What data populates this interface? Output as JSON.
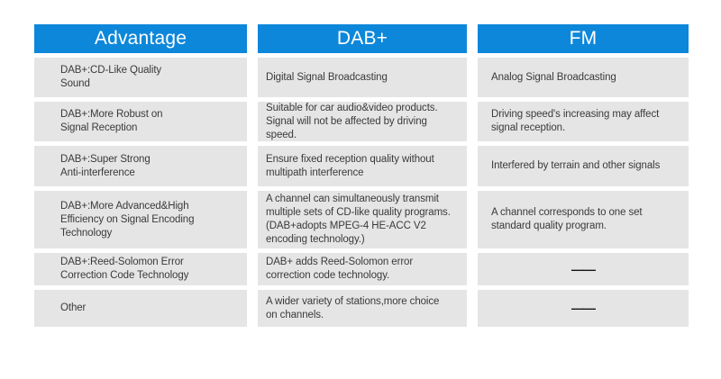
{
  "colors": {
    "header_bg": "#0d87da",
    "header_text": "#ffffff",
    "row_bg": "#e5e5e5",
    "body_text": "#3a3a3a"
  },
  "chart_data": {
    "type": "table",
    "columns": [
      "Advantage",
      "DAB+",
      "FM"
    ],
    "rows": [
      {
        "advantage": "DAB+:CD-Like Quality\nSound",
        "dab": "Digital Signal Broadcasting",
        "fm": "Analog Signal Broadcasting"
      },
      {
        "advantage": "DAB+:More Robust on\nSignal Reception",
        "dab": "Suitable for car audio&video products.\nSignal will not be affected by driving\nspeed.",
        "fm": "Driving speed's increasing may affect\nsignal reception."
      },
      {
        "advantage": "DAB+:Super Strong\nAnti-interference",
        "dab": "Ensure fixed reception quality without\nmultipath interference",
        "fm": "Interfered by terrain and other signals"
      },
      {
        "advantage": "DAB+:More Advanced&High\nEfficiency on Signal Encoding\nTechnology",
        "dab": "A channel can simultaneously transmit\nmultiple sets of CD-like quality programs.\n(DAB+adopts MPEG-4 HE-ACC V2\nencoding technology.)",
        "fm": "A channel corresponds to one set\nstandard quality program."
      },
      {
        "advantage": "DAB+:Reed-Solomon Error\nCorrection Code Technology",
        "dab": "DAB+ adds Reed-Solomon error\ncorrection code technology.",
        "fm": "——"
      },
      {
        "advantage": "Other",
        "dab": "A wider variety of stations,more choice\non channels.",
        "fm": "——"
      }
    ]
  }
}
